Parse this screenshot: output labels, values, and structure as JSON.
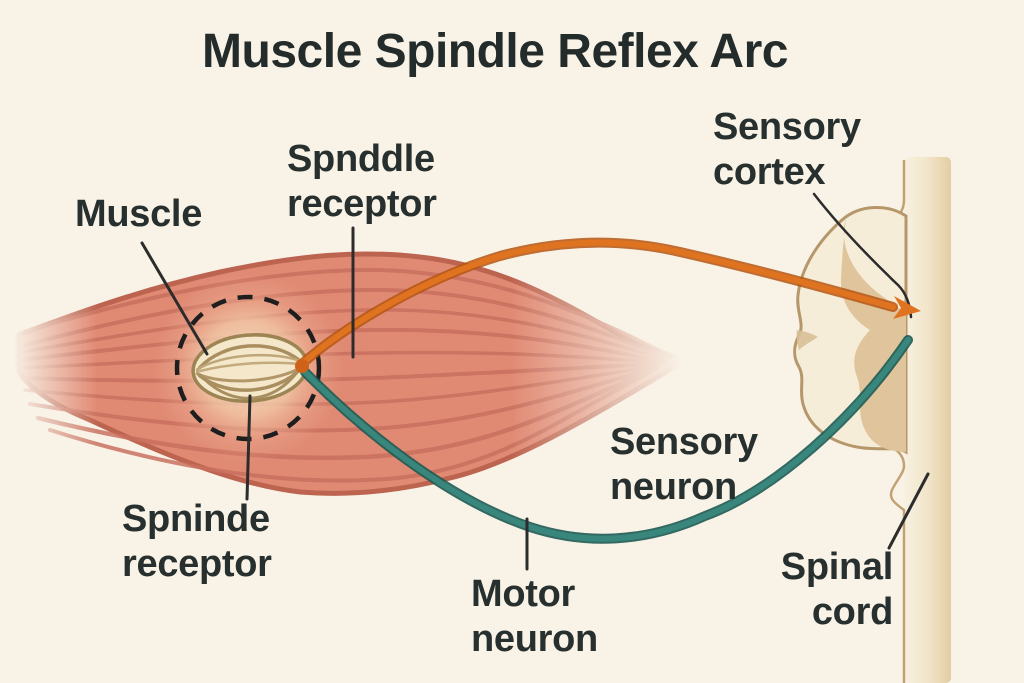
{
  "title": "Muscle Spindle Reflex Arc",
  "labels": {
    "muscle": "Muscle",
    "spindle_receptor_top": "Spnddle\nreceptor",
    "sensory_cortex": "Sensory\ncortex",
    "sensory_neuron": "Sensory\nneuron",
    "motor_neuron": "Motor\nneuron",
    "spindle_receptor_bottom": "Spninde\nreceptor",
    "spinal_cord": "Spinal\ncord"
  },
  "colors": {
    "background": "#f9f3e7",
    "text": "#27302e",
    "muscle_fill": "#e08a74",
    "muscle_outline": "#bd6450",
    "striation": "#c9705e",
    "spindle_fill": "#f4e7ca",
    "spindle_stroke": "#9c8453",
    "spindle_fiber": "#a98f5f",
    "sensory_neuron_orange": "#e0731f",
    "sensory_neuron_dark": "#b55512",
    "motor_neuron_teal": "#38867c",
    "motor_neuron_dark": "#1d5a53",
    "cord_blob_fill": "#f6edd9",
    "cord_gray_matter": "#dfc49c",
    "cord_outline": "#b6976b",
    "leader_line": "#2c2c2c",
    "dashed_circle": "#1e1e1e"
  }
}
